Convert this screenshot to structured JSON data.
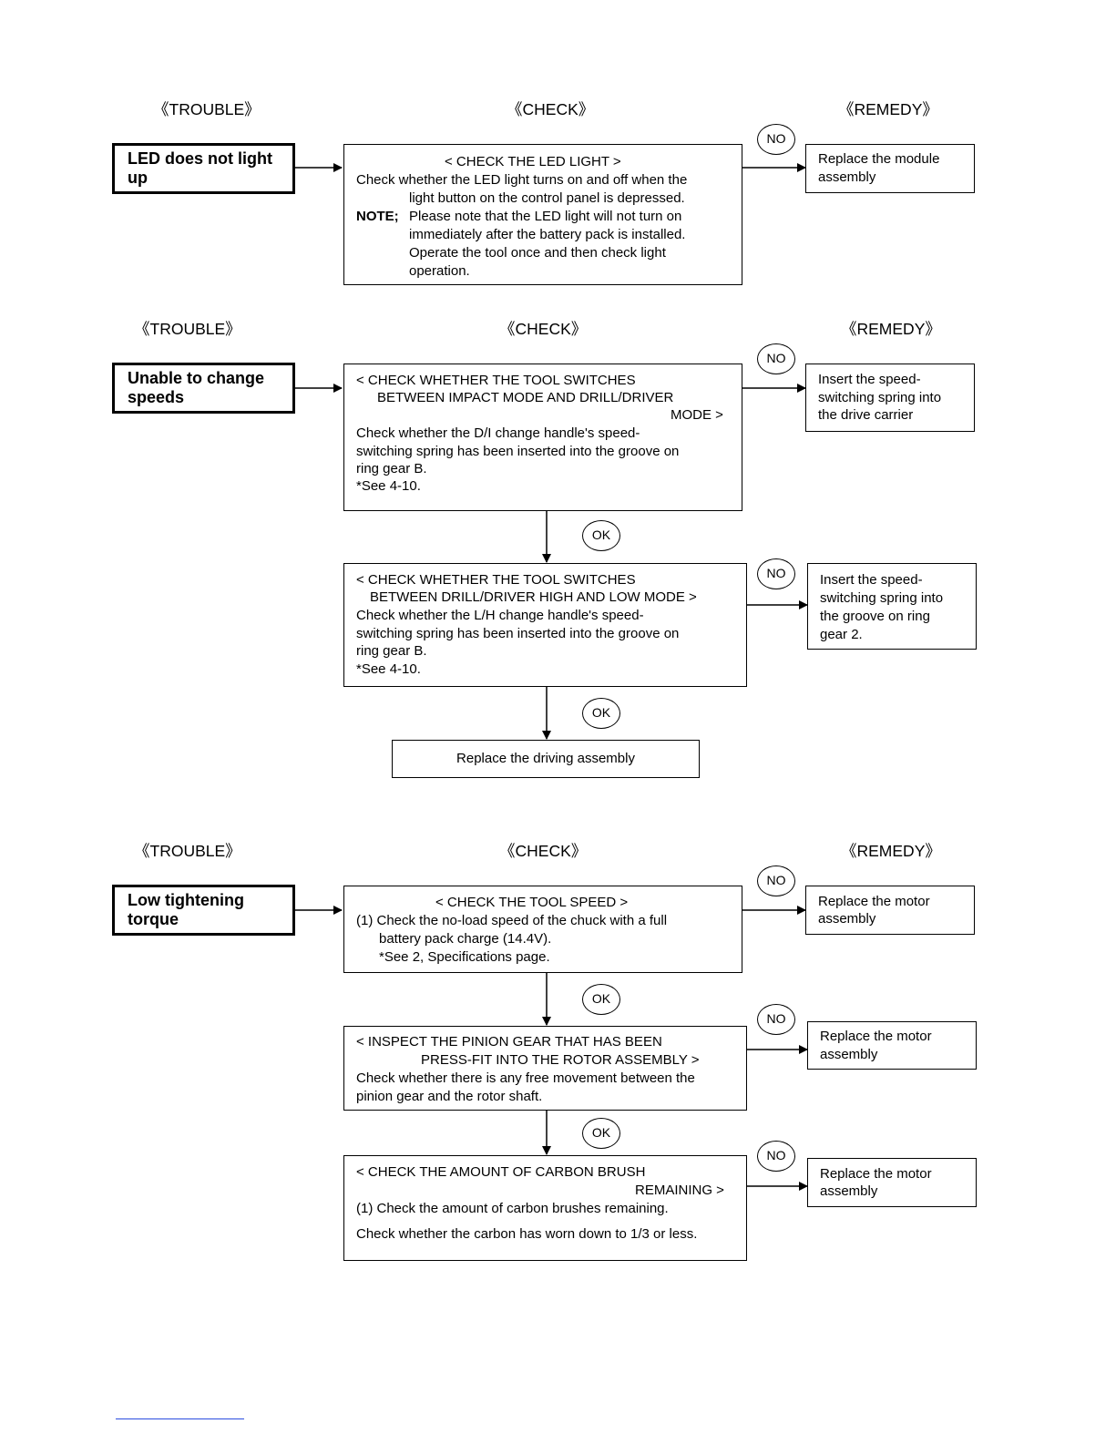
{
  "headers": {
    "trouble": "《TROUBLE》",
    "check": "《CHECK》",
    "remedy": "《REMEDY》"
  },
  "section1": {
    "trouble": [
      "LED does not light",
      "up"
    ],
    "check": {
      "title": "< CHECK THE LED LIGHT >",
      "lines": [
        "Check whether the LED light turns on and off when the",
        "light button on the control panel is depressed."
      ],
      "note_label": "NOTE;",
      "note_lines": [
        "Please note that the LED light will not turn on",
        "immediately after the battery pack is installed.",
        "Operate the tool once and then check light",
        "operation."
      ]
    },
    "no": "NO",
    "remedy": [
      "Replace the module",
      "assembly"
    ]
  },
  "section2": {
    "trouble": [
      "Unable to change",
      "speeds"
    ],
    "check1": {
      "lines": [
        "< CHECK WHETHER THE TOOL SWITCHES",
        "BETWEEN IMPACT MODE AND DRILL/DRIVER",
        "MODE >",
        "Check whether the D/I change handle's speed-",
        "switching spring has been inserted into the groove on",
        "ring gear B.",
        "*See 4-10."
      ]
    },
    "no1": "NO",
    "remedy1": [
      "Insert the speed-",
      "switching spring into",
      "the drive carrier"
    ],
    "ok1": "OK",
    "check2": {
      "lines": [
        "< CHECK WHETHER THE TOOL SWITCHES",
        "BETWEEN DRILL/DRIVER HIGH AND LOW MODE >",
        "Check whether the L/H change handle's speed-",
        "switching spring has been inserted into the groove on",
        "ring gear B.",
        "*See 4-10."
      ]
    },
    "no2": "NO",
    "remedy2": [
      "Insert the speed-",
      "switching spring into",
      "the groove on ring",
      "gear 2."
    ],
    "ok2": "OK",
    "final": "Replace the driving assembly"
  },
  "section3": {
    "trouble": [
      "Low tightening",
      "torque"
    ],
    "check1": {
      "lines": [
        "< CHECK THE TOOL SPEED >",
        "(1) Check the no-load speed of the chuck with a full",
        "battery pack charge (14.4V).",
        "*See 2, Specifications page."
      ]
    },
    "no1": "NO",
    "remedy1": [
      "Replace the motor",
      "assembly"
    ],
    "ok1": "OK",
    "check2": {
      "lines": [
        "< INSPECT THE PINION GEAR THAT HAS BEEN",
        "PRESS-FIT INTO THE ROTOR ASSEMBLY >",
        "Check whether there is any free movement between the",
        "pinion gear and the rotor shaft."
      ]
    },
    "no2": "NO",
    "remedy2": [
      "Replace the motor",
      "assembly"
    ],
    "ok2": "OK",
    "check3": {
      "lines": [
        "< CHECK THE AMOUNT OF CARBON BRUSH",
        "REMAINING >",
        "(1) Check the amount of carbon brushes remaining.",
        "Check whether the carbon has worn down to 1/3 or less."
      ]
    },
    "no3": "NO",
    "remedy3": [
      "Replace the motor",
      "assembly"
    ]
  }
}
